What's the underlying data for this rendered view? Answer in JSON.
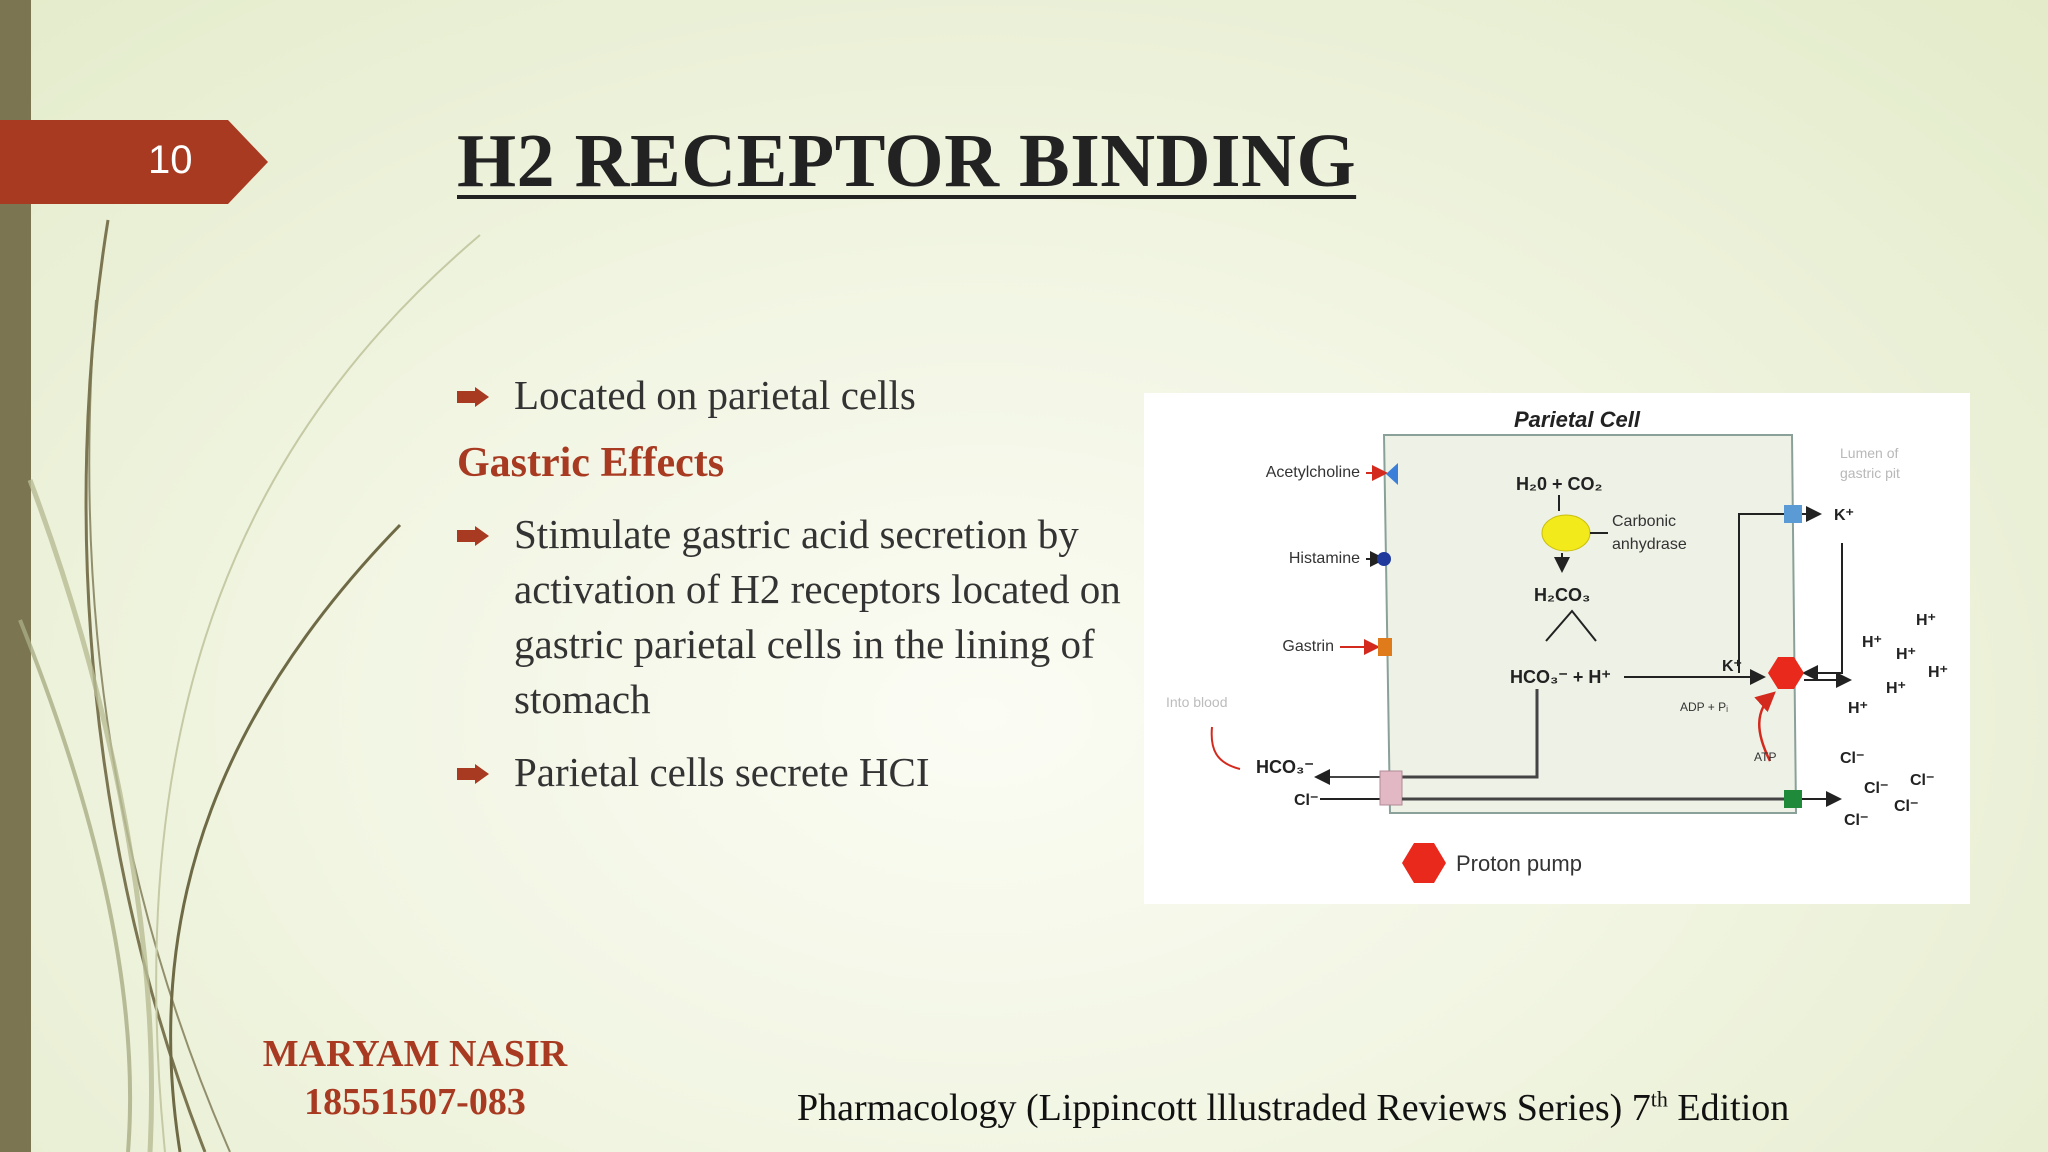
{
  "slide": {
    "number": "10",
    "title": "H2 RECEPTOR BINDING",
    "bullets_top": [
      "Located on parietal cells"
    ],
    "section_heading": "Gastric Effects",
    "bullets_bottom": [
      "Stimulate gastric acid secretion by activation of H2 receptors located on gastric parietal cells in the lining of stomach",
      "Parietal cells secrete HCI"
    ],
    "author_name": "MARYAM NASIR",
    "author_id": "18551507-083",
    "reference_main": "Pharmacology (Lippincott lllustraded Reviews Series) 7",
    "reference_sup": "th",
    "reference_end": " Edition"
  },
  "diagram": {
    "title": "Parietal Cell",
    "reaction": "H₂0 + CO₂",
    "enzyme_line1": "Carbonic",
    "enzyme_line2": "anhydrase",
    "intermediate": "H₂CO₃",
    "products": "HCO₃⁻ + H⁺",
    "inputs": [
      "Acetylcholine",
      "Histamine",
      "Gastrin"
    ],
    "lumen_line1": "Lumen of",
    "lumen_line2": "gastric pit",
    "into_blood": "Into blood",
    "bicarb_out": "HCO₃⁻",
    "chloride": "Cl⁻",
    "potassium": "K⁺",
    "proton": "H⁺",
    "adp": "ADP + Pᵢ",
    "atp": "ATP",
    "legend": "Proton pump",
    "colors": {
      "acetylcholine_receptor": "#3b7fd9",
      "histamine_receptor": "#1f3a9c",
      "gastrin_receptor": "#e07b1c",
      "enzyme": "#f2ea1a",
      "proton_pump": "#e8291c",
      "k_channel": "#5b9bd5",
      "cl_channel": "#1f8a3a",
      "exchanger": "#e2b8c4",
      "cell_fill": "#eef1e6"
    }
  }
}
